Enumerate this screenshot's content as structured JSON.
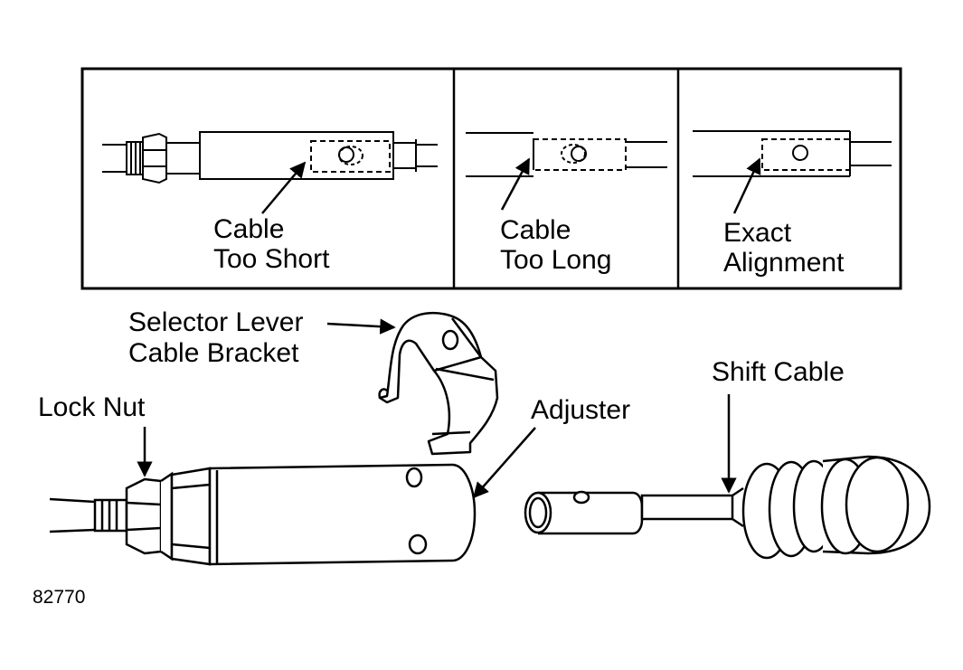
{
  "inset": {
    "panels": [
      {
        "line1": "Cable",
        "line2": "Too Short"
      },
      {
        "line1": "Cable",
        "line2": "Too Long"
      },
      {
        "line1": "Exact",
        "line2": "Alignment"
      }
    ]
  },
  "labels": {
    "bracket_line1": "Selector Lever",
    "bracket_line2": "Cable Bracket",
    "lock_nut": "Lock Nut",
    "adjuster": "Adjuster",
    "shift_cable": "Shift Cable"
  },
  "figure_number": "82770"
}
